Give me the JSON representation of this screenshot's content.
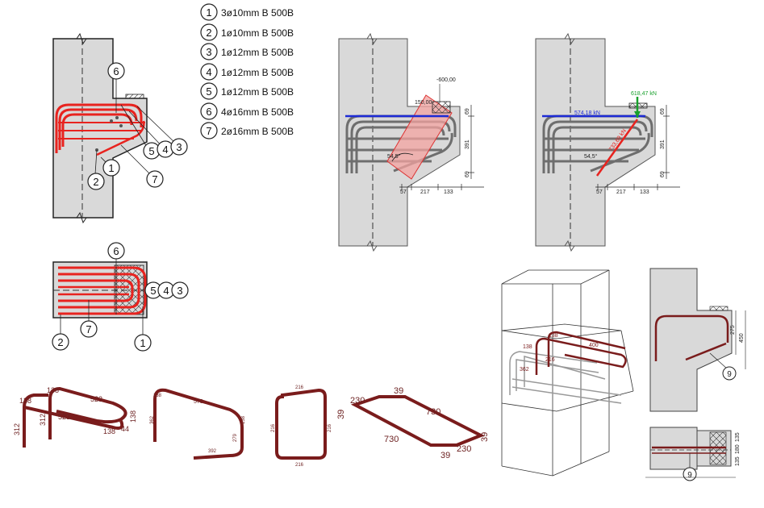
{
  "colors": {
    "concrete": "#d9d9d9",
    "rebar_red": "#e8231f",
    "rebar_dark": "#7a1c1c",
    "rebar_grey": "#6e6e6e",
    "tension_blue": "#1d2bd6",
    "force_green": "#18a02c",
    "strut_fill": "#f3a3a0"
  },
  "legend": [
    {
      "num": "1",
      "text": "3ø10mm B 500B"
    },
    {
      "num": "2",
      "text": "1ø10mm B 500B"
    },
    {
      "num": "3",
      "text": "1ø12mm B 500B"
    },
    {
      "num": "4",
      "text": "1ø12mm B 500B"
    },
    {
      "num": "5",
      "text": "1ø12mm B 500B"
    },
    {
      "num": "6",
      "text": "4ø16mm B 500B"
    },
    {
      "num": "7",
      "text": "2ø16mm B 500B"
    }
  ],
  "elevation": {
    "callouts": [
      "6",
      "5",
      "4",
      "3",
      "1",
      "2",
      "7"
    ]
  },
  "plan": {
    "callouts": [
      "6",
      "5",
      "4",
      "3",
      "2",
      "7",
      "1"
    ]
  },
  "strut_view": {
    "load": "-600,00",
    "plate": "150,00",
    "angle": "54,5°",
    "dims_h": [
      "57",
      "217",
      "133"
    ],
    "dims_v": [
      "69",
      "391",
      "69"
    ]
  },
  "force_view": {
    "load": "618,47 kN",
    "tie": "574,18 kN",
    "strut": "733,69 kN",
    "angle": "54,5°",
    "dims_h": [
      "57",
      "217",
      "133"
    ],
    "dims_v": [
      "69",
      "391",
      "69"
    ]
  },
  "bar_shapes": {
    "shape_a": [
      "138",
      "138",
      "523",
      "312",
      "312",
      "523",
      "138",
      "44",
      "138"
    ],
    "shape_b": [
      "138",
      "578",
      "362",
      "392",
      "279",
      "138"
    ],
    "shape_c": [
      "216",
      "216",
      "216",
      "216"
    ],
    "shape_d": [
      "230",
      "39",
      "39",
      "730",
      "730",
      "39",
      "230",
      "39"
    ]
  },
  "iso_view": {
    "labels": [
      "138",
      "138",
      "400",
      "362",
      "216"
    ]
  },
  "detail_side": {
    "callout": "9",
    "dims": [
      "275",
      "450"
    ]
  },
  "detail_plan": {
    "callout": "9",
    "dims": [
      "135",
      "180",
      "135"
    ]
  }
}
